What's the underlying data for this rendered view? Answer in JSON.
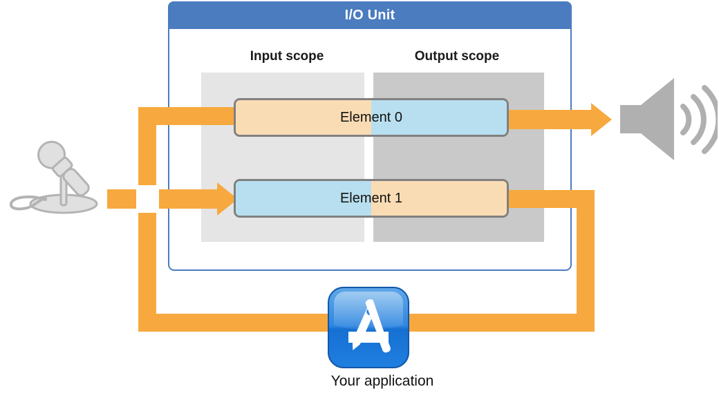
{
  "diagram": {
    "title": "I/O Unit",
    "unit": {
      "title": "I/O Unit",
      "title_bar_color": "#4a7cbf",
      "border_color": "#4a7cbf"
    },
    "scopes": [
      {
        "label": "Input scope",
        "background": "#e5e5e5"
      },
      {
        "label": "Output scope",
        "background": "#c9c9c9"
      }
    ],
    "elements": [
      {
        "label": "Element 0",
        "input_half_color": "#fadcb4",
        "output_half_color": "#b8dfef",
        "border_color": "#808080"
      },
      {
        "label": "Element 1",
        "input_half_color": "#b8dfef",
        "output_half_color": "#fadcb4",
        "border_color": "#808080"
      }
    ],
    "devices": [
      {
        "name": "microphone",
        "role": "audio-input"
      },
      {
        "name": "speaker",
        "role": "audio-output"
      }
    ],
    "application": {
      "caption": "Your application",
      "icon": "app-store-icon",
      "icon_color": "#1e74d8"
    },
    "signal_flow": {
      "color": "#f7a93f",
      "paths": [
        "microphone -> Element 1 input scope",
        "Element 1 output scope -> Your application",
        "Your application -> Element 0 input scope",
        "Element 0 output scope -> speaker"
      ]
    }
  }
}
